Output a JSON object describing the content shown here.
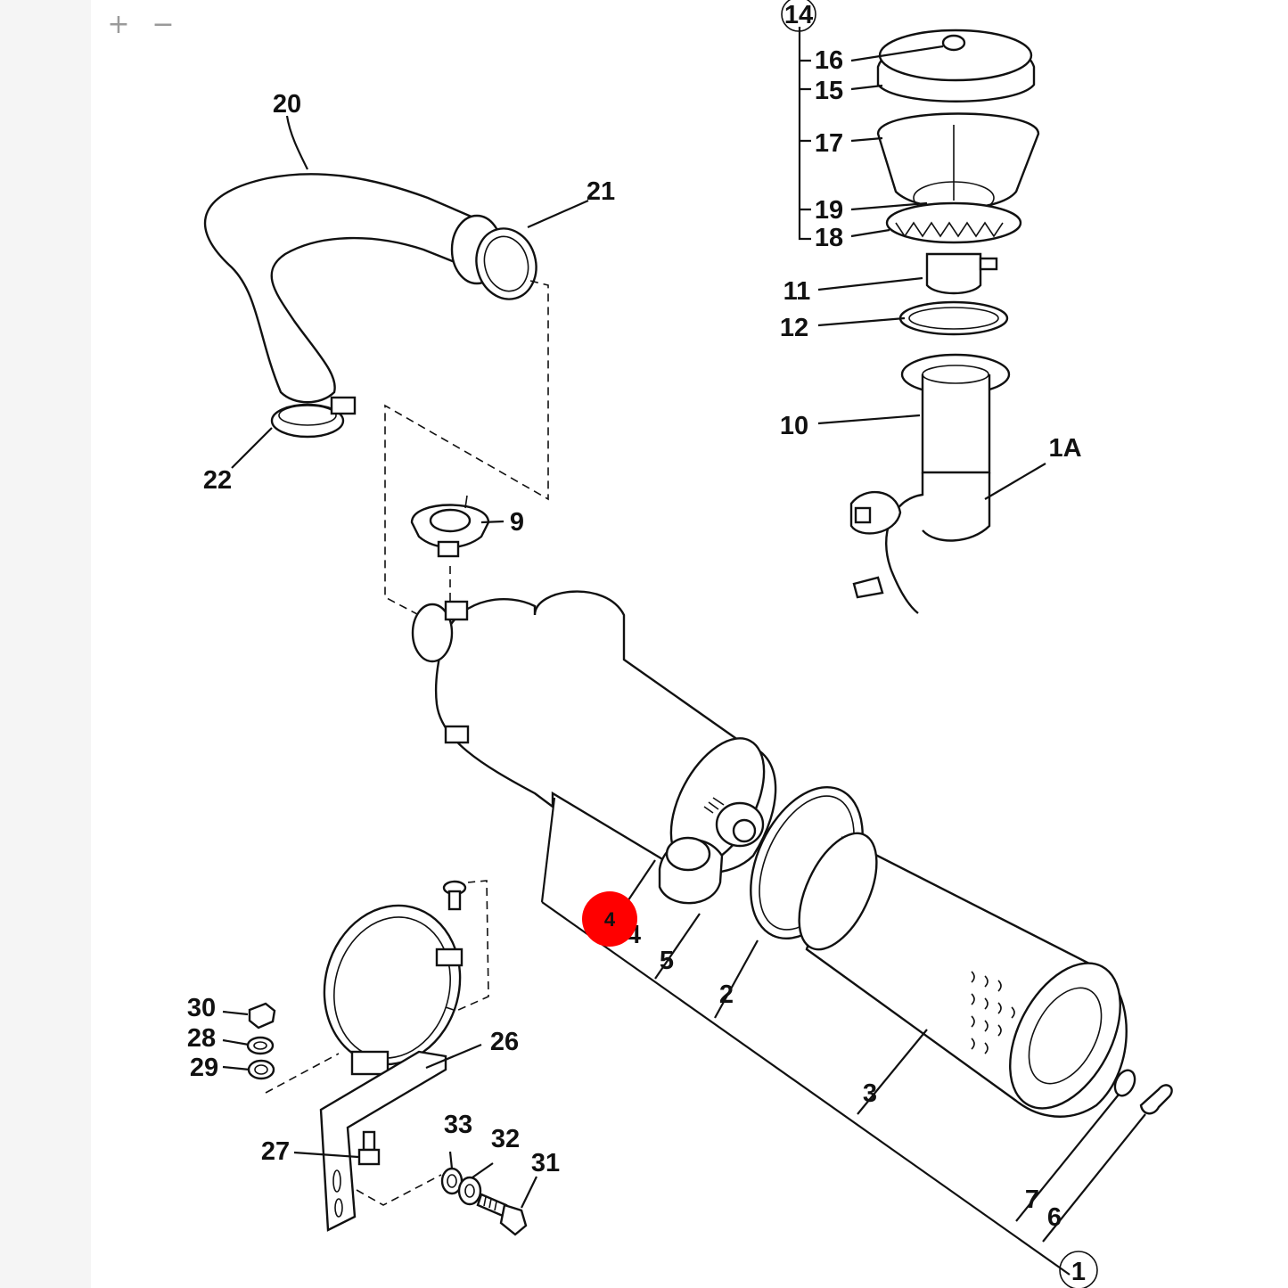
{
  "toolbar": {
    "zoom_in": "+",
    "zoom_out": "−"
  },
  "hotspot": {
    "label": "4",
    "color": "#ff0000"
  },
  "callouts": {
    "c1": "1",
    "c1a": "1A",
    "c2": "2",
    "c3": "3",
    "c4": "4",
    "c5": "5",
    "c6": "6",
    "c7": "7",
    "c9": "9",
    "c10": "10",
    "c11": "11",
    "c12": "12",
    "c14": "14",
    "c15": "15",
    "c16": "16",
    "c17": "17",
    "c18": "18",
    "c19": "19",
    "c20": "20",
    "c21": "21",
    "c22": "22",
    "c26": "26",
    "c27": "27",
    "c28": "28",
    "c29": "29",
    "c30": "30",
    "c31": "31",
    "c32": "32",
    "c33": "33"
  }
}
